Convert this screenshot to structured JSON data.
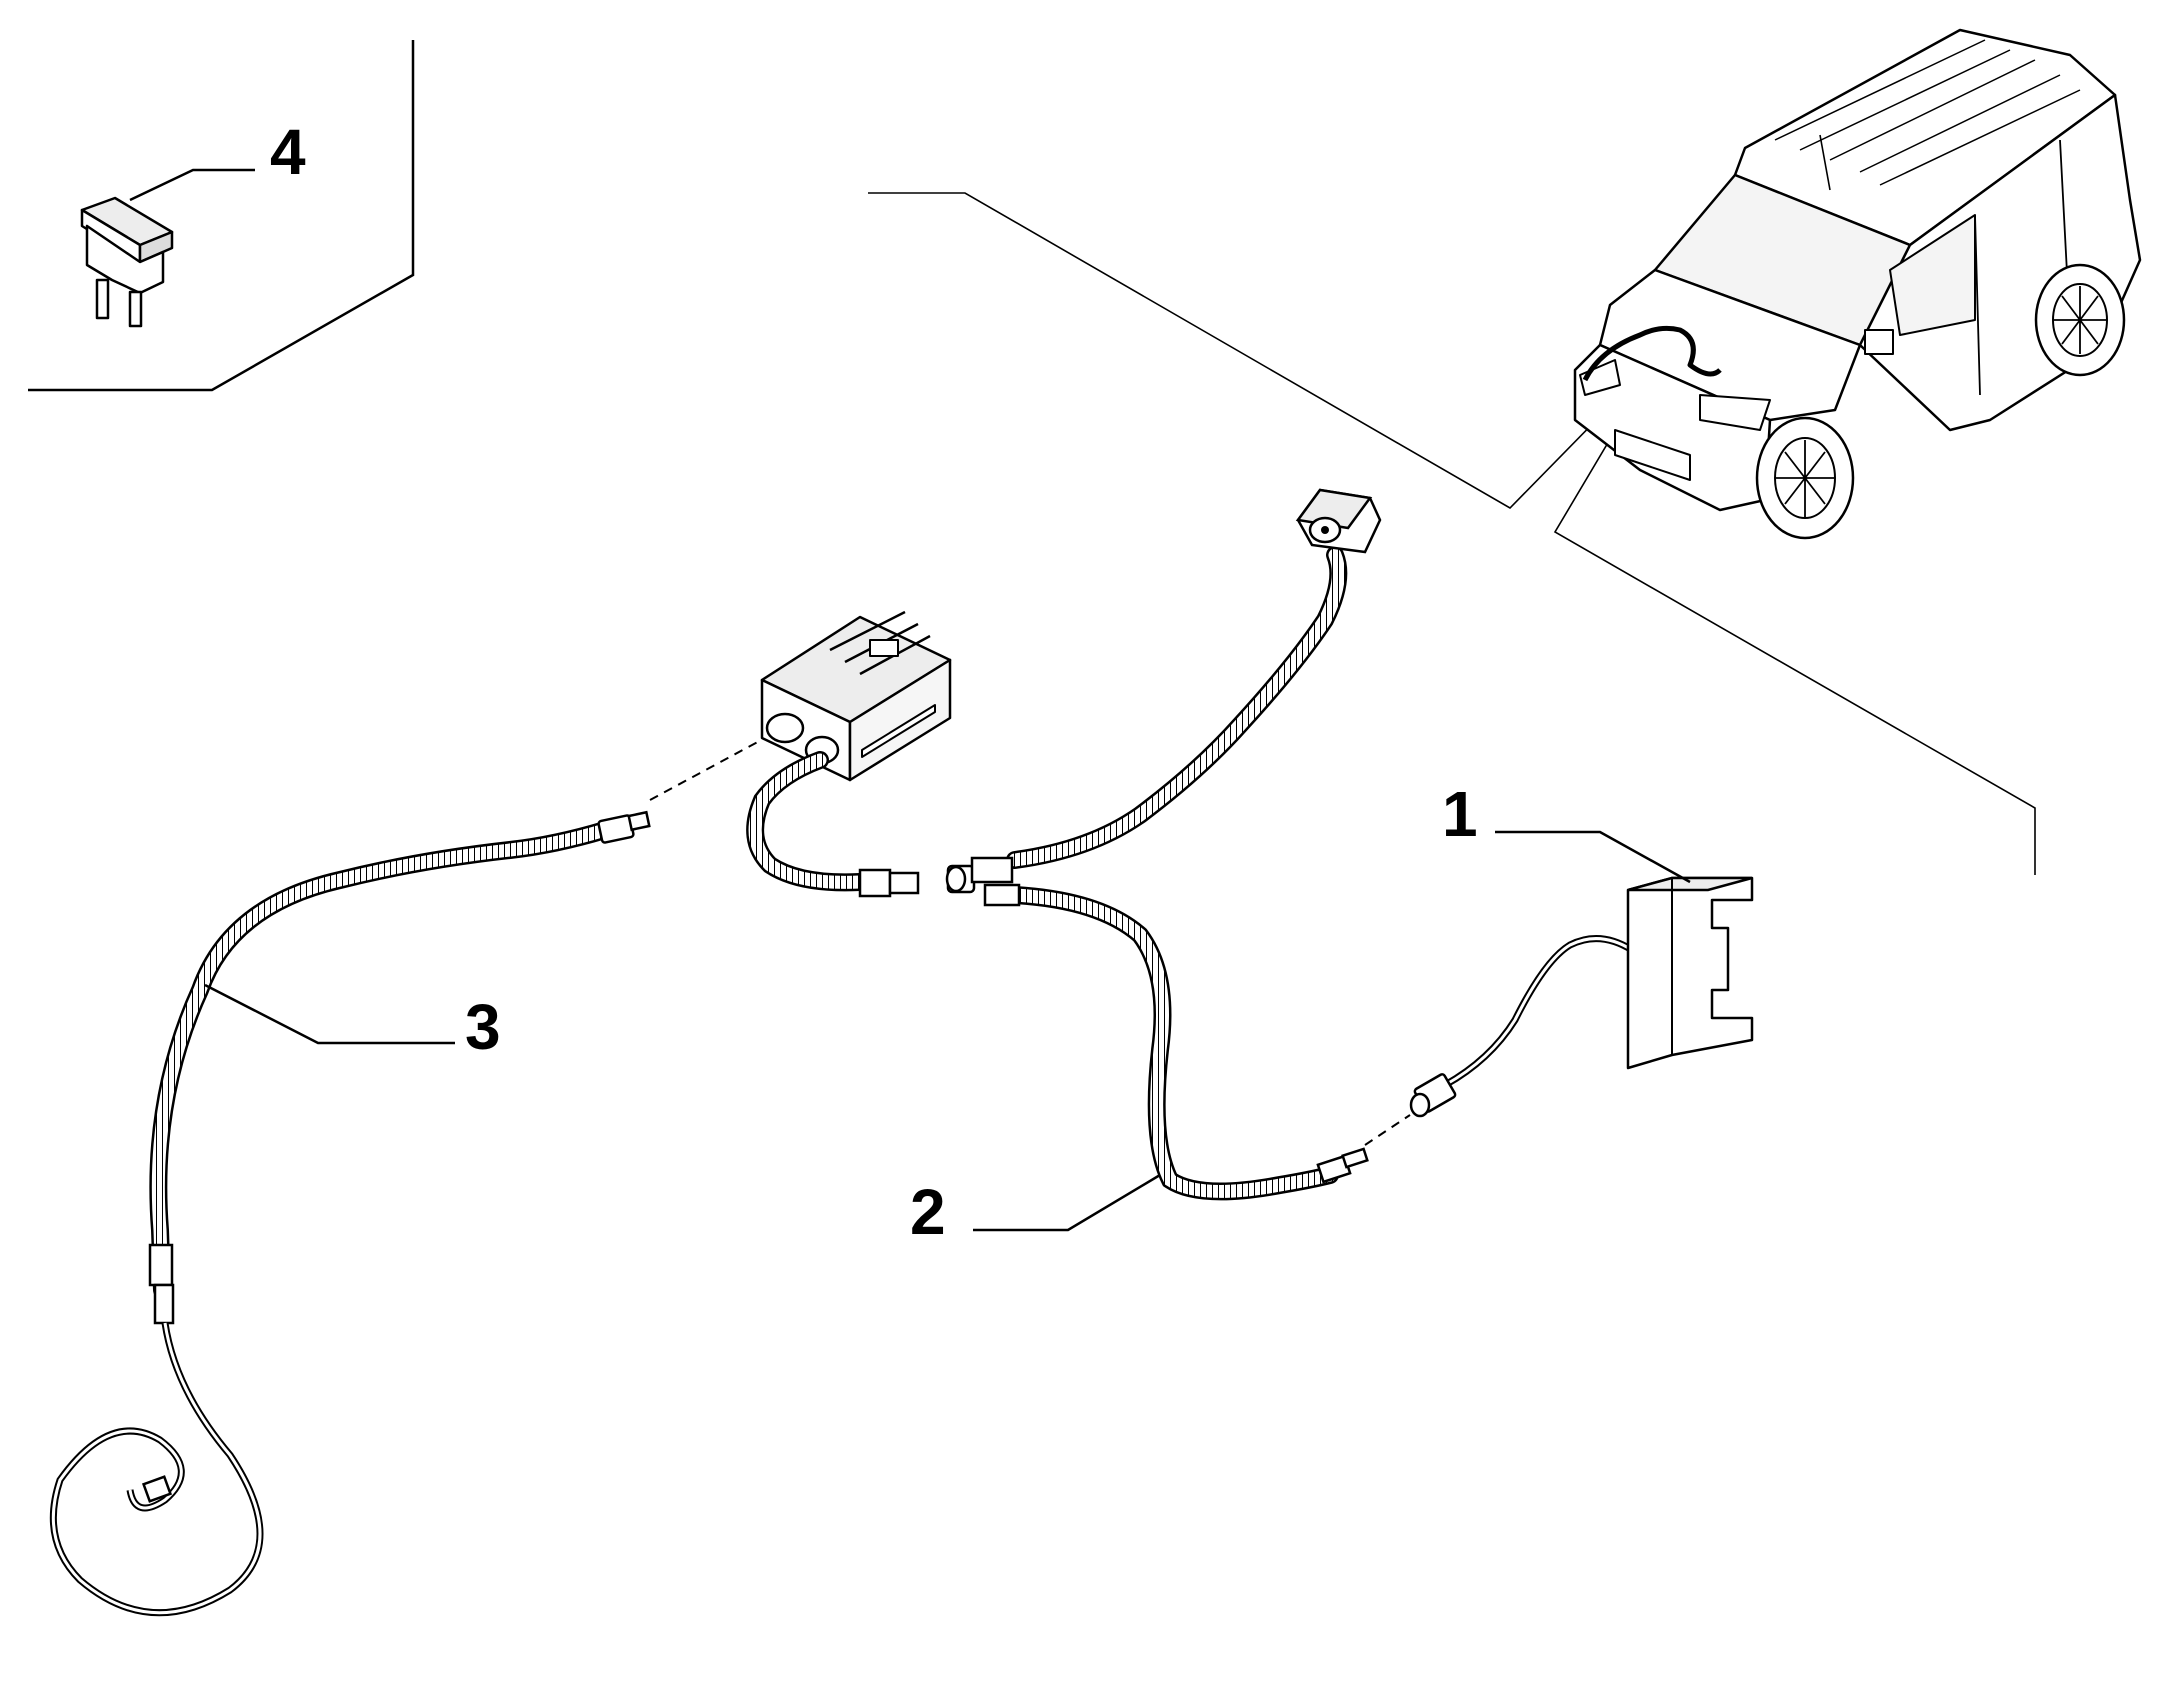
{
  "callouts": {
    "part1": "1",
    "part2": "2",
    "part3": "3",
    "part4": "4"
  },
  "colors": {
    "line": "#000000",
    "panel_fill": "#ededed",
    "background": "#ffffff"
  }
}
